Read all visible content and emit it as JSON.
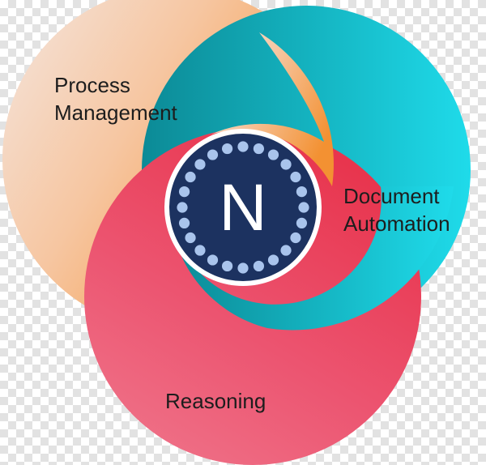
{
  "diagram": {
    "center_logo": {
      "letter": "N"
    },
    "segments": [
      {
        "id": "process",
        "line1": "Process",
        "line2": "Management"
      },
      {
        "id": "document",
        "line1": "Document",
        "line2": "Automation"
      },
      {
        "id": "reasoning",
        "line1": "Reasoning"
      }
    ]
  },
  "colors": {
    "checker": "#e2e2e2",
    "process_light": "#f4e6df",
    "process_dark": "#f39132",
    "document_dark": "#0c8a96",
    "document_light": "#1fdbea",
    "reasoning_light": "#f0788d",
    "reasoning_dark": "#e8354e",
    "logo_bg": "#1c3260",
    "logo_ring": "#ffffff",
    "logo_dots": "#a9c4ec"
  }
}
